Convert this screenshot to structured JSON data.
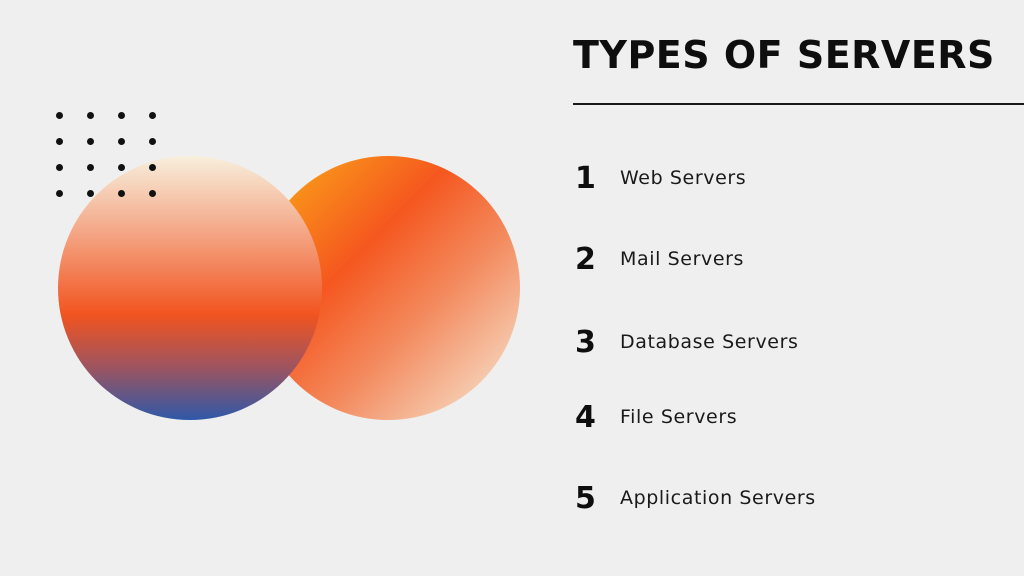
{
  "title": "TYPES OF SERVERS",
  "items": [
    {
      "number": "1",
      "label": "Web Servers"
    },
    {
      "number": "2",
      "label": "Mail Servers"
    },
    {
      "number": "3",
      "label": "Database Servers"
    },
    {
      "number": "4",
      "label": "File Servers"
    },
    {
      "number": "5",
      "label": "Application Servers"
    }
  ],
  "colors": {
    "background": "#efefef",
    "text": "#0e0e0e",
    "orange": "#f5571f",
    "yellow": "#fbb117",
    "cream": "#f7efdc",
    "blue": "#2f58a8"
  }
}
